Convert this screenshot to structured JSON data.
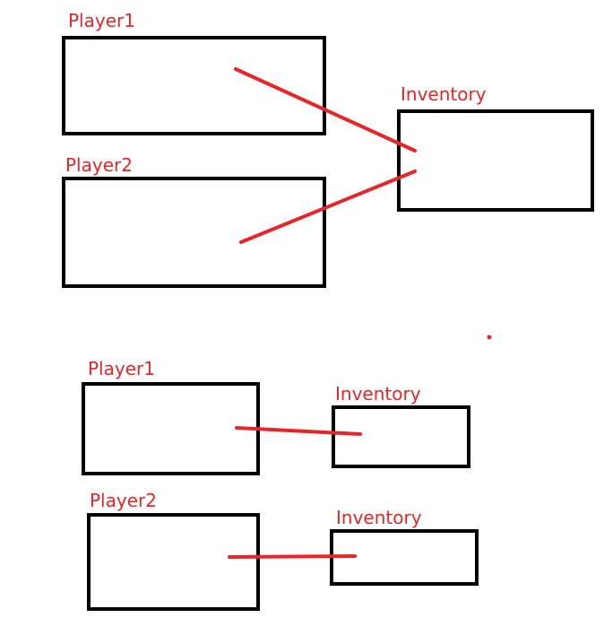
{
  "colors": {
    "box_stroke": "#000000",
    "link": "#e8262a",
    "label": "#e8262a",
    "background": "#ffffff"
  },
  "diagram_shared": {
    "player1_label": "Player1",
    "player2_label": "Player2",
    "inventory_label": "Inventory"
  },
  "diagram_separate": {
    "player1_label": "Player1",
    "inventory1_label": "Inventory",
    "player2_label": "Player2",
    "inventory2_label": "Inventory"
  }
}
